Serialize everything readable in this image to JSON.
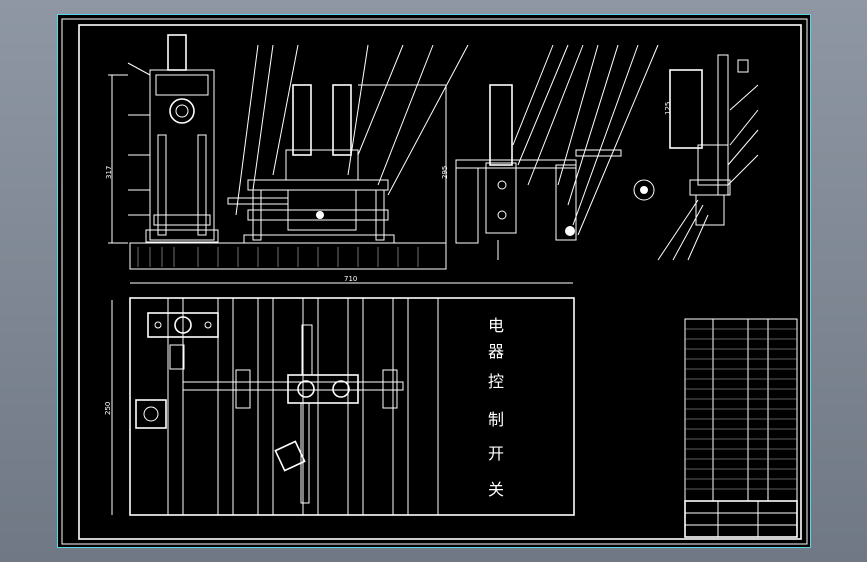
{
  "drawing": {
    "dimensions": {
      "front_height": "317",
      "side_height": "295",
      "top_width": "710",
      "top_height": "250",
      "detail_height": "125"
    },
    "control_box_chars": [
      "电",
      "器",
      "控",
      "制",
      "开",
      "关"
    ]
  },
  "colors": {
    "viewport_bg": "#000000",
    "line": "#ffffff",
    "frame_accent": "#5ad4e6"
  }
}
